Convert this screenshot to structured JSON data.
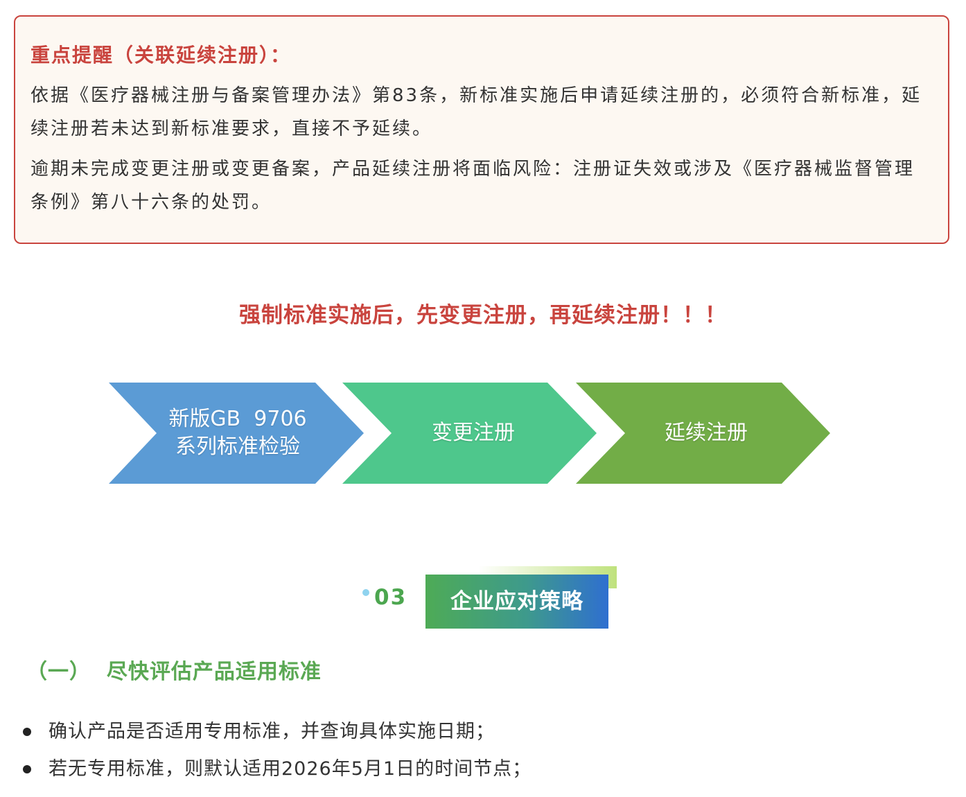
{
  "reminder": {
    "title": "重点提醒（关联延续注册）：",
    "paragraphs": [
      "依据《医疗器械注册与备案管理办法》第83条，新标准实施后申请延续注册的，必须符合新标准，延续注册若未达到新标准要求，直接不予延续。",
      "逾期未完成变更注册或变更备案，产品延续注册将面临风险：注册证失效或涉及《医疗器械监督管理条例》第八十六条的处罚。"
    ],
    "border_color": "#c9443e",
    "background_color": "#fdf8f2"
  },
  "warning": {
    "text": "强制标准实施后，先变更注册，再延续注册！！！",
    "color": "#c9443e"
  },
  "flow": {
    "steps": [
      {
        "line1": "新版GB  9706",
        "line2": "系列标准检验",
        "color": "#5b9bd5"
      },
      {
        "line1": "变更注册",
        "line2": "",
        "color": "#4ec78c"
      },
      {
        "line1": "延续注册",
        "line2": "",
        "color": "#72ad47"
      }
    ]
  },
  "section": {
    "number": "03",
    "title": "企业应对策略"
  },
  "subsection": {
    "title": "（一）  尽快评估产品适用标准"
  },
  "bullets": [
    "确认产品是否适用专用标准，并查询具体实施日期；",
    "若无专用标准，则默认适用2026年5月1日的时间节点；"
  ]
}
